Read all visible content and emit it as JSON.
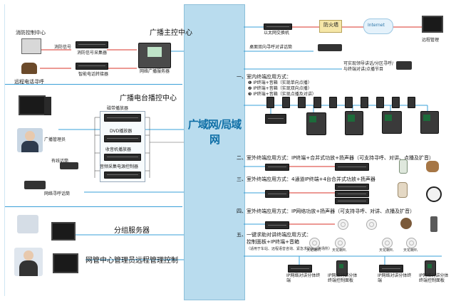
{
  "center_label": "广域网/局域网",
  "sections": {
    "main_control": "广播主控中心",
    "radio_control": "广播电台播控中心",
    "group_server": "分组服务器",
    "remote_mgmt": "网管中心管理员远程管理控制"
  },
  "top_left": {
    "fire_center": "消防控制中心",
    "fire_signal": "消防信号",
    "fire_collector": "消防信号采集器",
    "remote_call": "远程电话寻呼",
    "phone_gateway": "智能电话转接器",
    "network_server": "网络广播服务器"
  },
  "top_right": {
    "switch": "以太网交换机",
    "firewall": "防火墙",
    "internet": "Internet",
    "remote_manage": "远程管理",
    "desk_talk": "桌面双向寻呼对讲话筒",
    "mic_desc": "可实现领导讲话/分区寻呼/与终端对讲/点播节目"
  },
  "radio": {
    "cassette": "磁带播放器",
    "dvd": "DVD播放器",
    "tuner": "收音机播放器",
    "audio_ctrl": "音频采集电源控制器",
    "operator": "广播管理员",
    "wired_mic": "有线话筒",
    "net_mic": "网络寻呼话筒"
  },
  "app1": {
    "title": "一、室内终端应用方式：",
    "l1": "❶ IP终端+音箱（实现单向点播）",
    "l2": "❷ IP终端+音箱（实现双向点播）",
    "l3": "❸ IP终端+音箱（实现点播及对讲）"
  },
  "app2": "二、室外终端应用方式：IP终端+合并式功放+扬声器（可支持寻呼、对讲、点播及扩音）",
  "app3": "三、室外终端应用方式：4通道IP终端+4台合并式功放+扬声器",
  "app4": "四、室外终端应用方式：IP网络功放+扬声器（可支持寻呼、对讲、点播及扩音）",
  "app5": {
    "title": "五、一键求助对讲终端应用方式：",
    "sub": "控制面板+IP终端+音箱",
    "note": "（适用于车站、远程语音咨询、紧急求助报警等场所）",
    "ceil1": "天花喇叭",
    "ceil2": "天花喇叭",
    "ceil3": "天花喇叭",
    "ceil4": "天花喇叭",
    "term1": "IP网络对讲分体终端",
    "term2": "IP网络对讲分体终端控制面板",
    "term3": "IP网络对讲分体终端",
    "term4": "IP网络对讲分体终端控制面板"
  },
  "colors": {
    "network_bar": "#b9dcee",
    "network_text": "#0f6fa6",
    "line_blue": "#3aa0d8",
    "line_red": "#d9332a"
  }
}
